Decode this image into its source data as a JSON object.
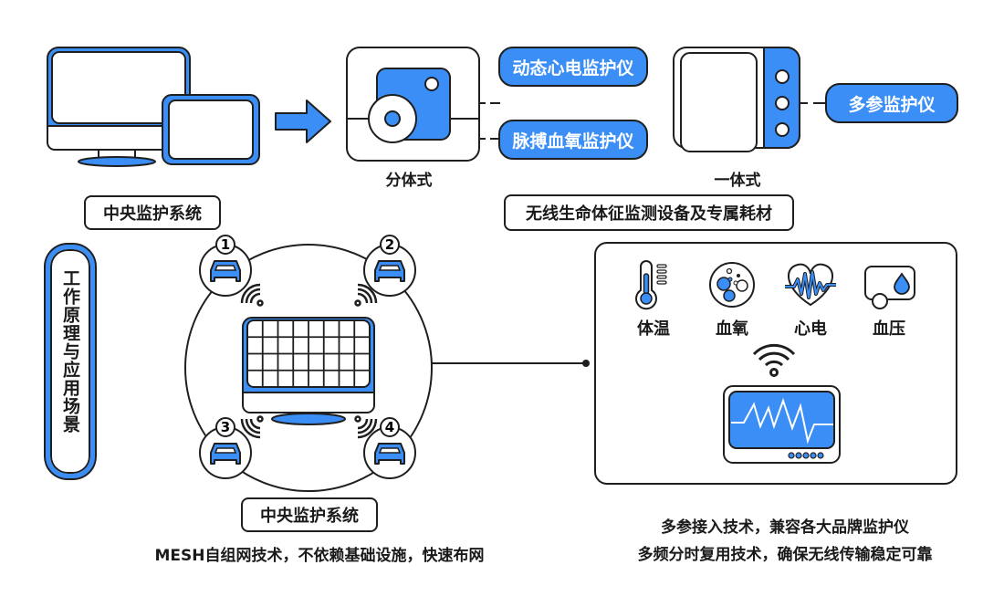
{
  "top": {
    "central_system_label": "中央监护系统",
    "split_type": {
      "caption": "分体式",
      "devices": [
        "动态心电监护仪",
        "脉搏血氧监护仪"
      ]
    },
    "integrated_type": {
      "caption": "一体式",
      "devices": [
        "多参监护仪"
      ]
    },
    "wireless_devices_label": "无线生命体征监测设备及专属耗材"
  },
  "bottom": {
    "side_title": "工作原理与应用场景",
    "beds": [
      {
        "number": "1"
      },
      {
        "number": "2"
      },
      {
        "number": "3"
      },
      {
        "number": "4"
      }
    ],
    "central_system_label": "中央监护系统",
    "mesh_description": "MESH自组网技术，不依赖基础设施，快速布网",
    "vitals": [
      {
        "icon": "thermometer-icon",
        "label": "体温"
      },
      {
        "icon": "blood-oxygen-icon",
        "label": "血氧"
      },
      {
        "icon": "heart-ecg-icon",
        "label": "心电"
      },
      {
        "icon": "blood-pressure-icon",
        "label": "血压"
      }
    ],
    "features": [
      "多参接入技术，兼容各大品牌监护仪",
      "多频分时复用技术，确保无线传输稳定可靠"
    ]
  },
  "colors": {
    "accent": "#3a8ef6",
    "stroke": "#1f1f1f",
    "background": "#ffffff"
  }
}
